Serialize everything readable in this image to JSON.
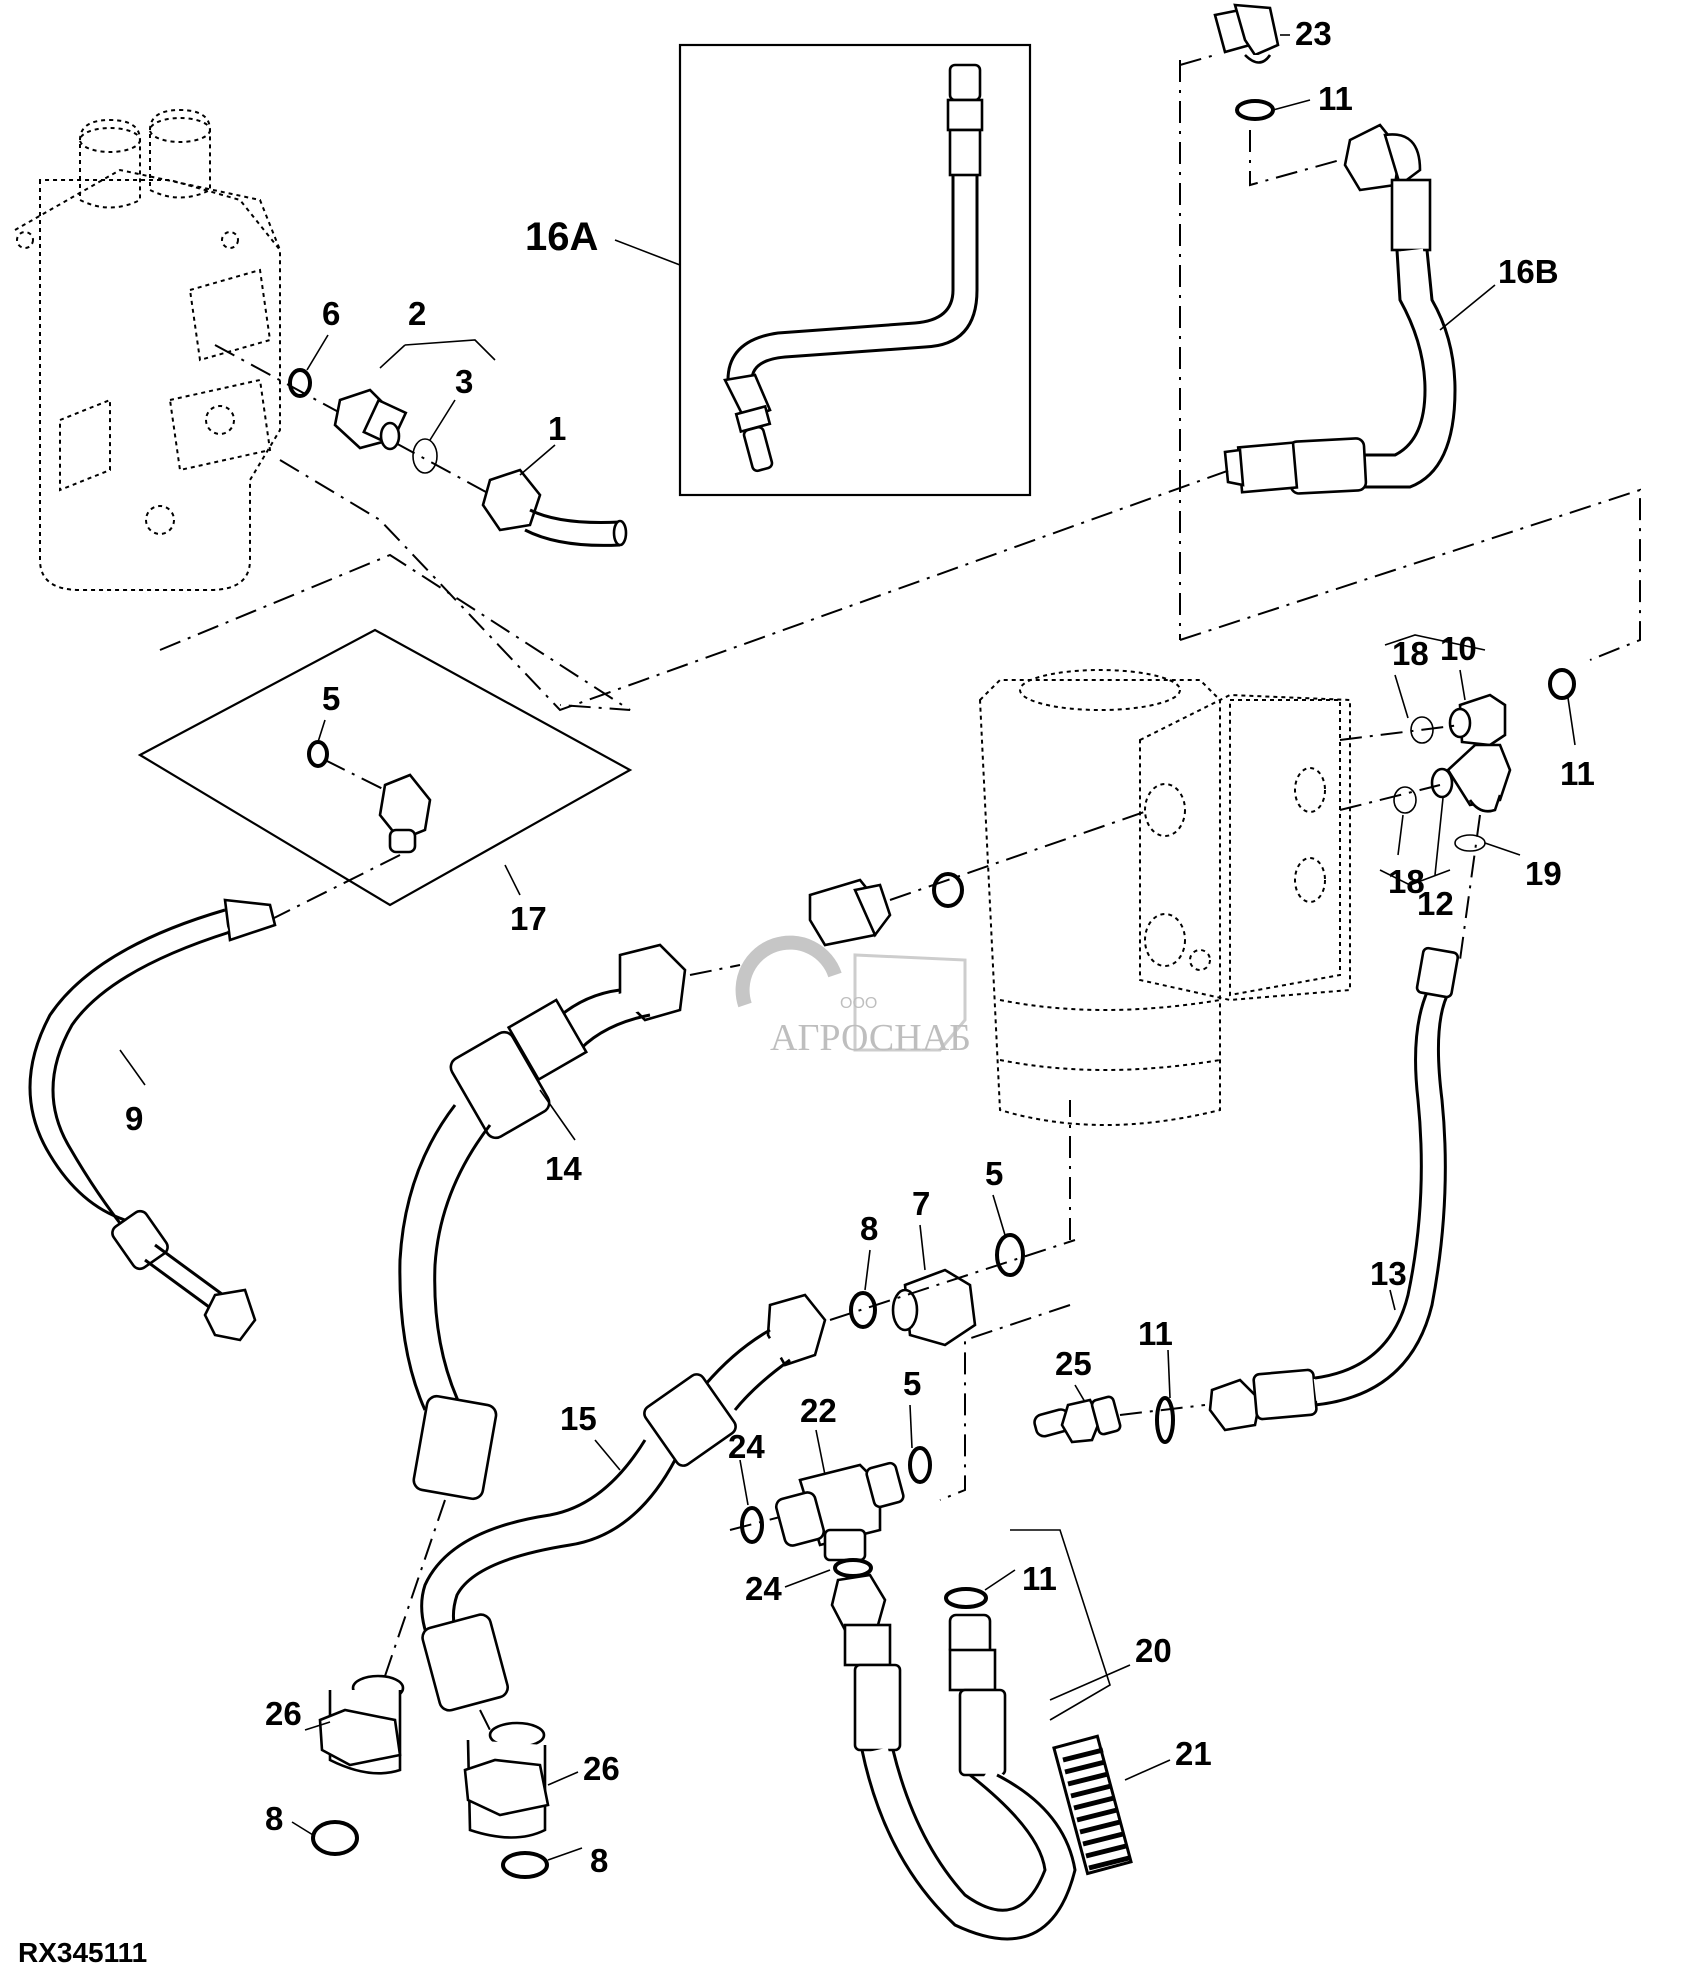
{
  "figure": {
    "id": "RX345111",
    "watermark": {
      "prefix": "ООО",
      "name": "АГРОСНАБ"
    }
  },
  "callouts": [
    {
      "key": "c1",
      "label": "1"
    },
    {
      "key": "c2",
      "label": "2"
    },
    {
      "key": "c3",
      "label": "3"
    },
    {
      "key": "c5a",
      "label": "5"
    },
    {
      "key": "c5b",
      "label": "5"
    },
    {
      "key": "c5c",
      "label": "5"
    },
    {
      "key": "c6",
      "label": "6"
    },
    {
      "key": "c7",
      "label": "7"
    },
    {
      "key": "c8a",
      "label": "8"
    },
    {
      "key": "c8b",
      "label": "8"
    },
    {
      "key": "c8c",
      "label": "8"
    },
    {
      "key": "c9",
      "label": "9"
    },
    {
      "key": "c10",
      "label": "10"
    },
    {
      "key": "c11a",
      "label": "11"
    },
    {
      "key": "c11b",
      "label": "11"
    },
    {
      "key": "c11c",
      "label": "11"
    },
    {
      "key": "c11d",
      "label": "11"
    },
    {
      "key": "c12",
      "label": "12"
    },
    {
      "key": "c13",
      "label": "13"
    },
    {
      "key": "c14",
      "label": "14"
    },
    {
      "key": "c15",
      "label": "15"
    },
    {
      "key": "c16a",
      "label": "16A"
    },
    {
      "key": "c16b",
      "label": "16B"
    },
    {
      "key": "c17",
      "label": "17"
    },
    {
      "key": "c18a",
      "label": "18"
    },
    {
      "key": "c18b",
      "label": "18"
    },
    {
      "key": "c19",
      "label": "19"
    },
    {
      "key": "c20",
      "label": "20"
    },
    {
      "key": "c21",
      "label": "21"
    },
    {
      "key": "c22",
      "label": "22"
    },
    {
      "key": "c23",
      "label": "23"
    },
    {
      "key": "c24a",
      "label": "24"
    },
    {
      "key": "c24b",
      "label": "24"
    },
    {
      "key": "c25",
      "label": "25"
    },
    {
      "key": "c26a",
      "label": "26"
    },
    {
      "key": "c26b",
      "label": "26"
    }
  ]
}
